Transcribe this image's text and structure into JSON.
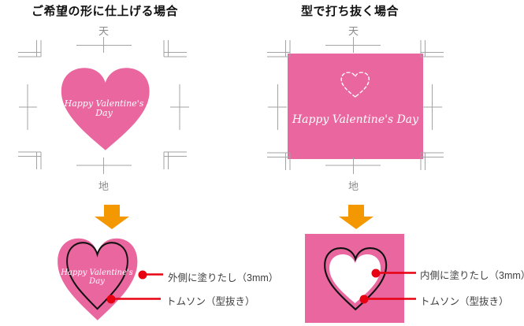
{
  "left_panel": {
    "title": "ご希望の形に仕上げる場合",
    "top_mark_label": "天",
    "bottom_mark_label": "地",
    "artwork": {
      "line1": "Happy Valentine's",
      "line2": "Day"
    },
    "result": {
      "line1": "Happy Valentine's",
      "line2": "Day"
    },
    "callouts": [
      {
        "label": "外側に塗りたし（3mm）"
      },
      {
        "label": "トムソン（型抜き）"
      }
    ]
  },
  "right_panel": {
    "title": "型で打ち抜く場合",
    "top_mark_label": "天",
    "bottom_mark_label": "地",
    "artwork": {
      "text": "Happy Valentine's Day"
    },
    "callouts": [
      {
        "label": "内側に塗りたし（3mm）"
      },
      {
        "label": "トムソン（型抜き）"
      }
    ]
  },
  "colors": {
    "pink": "#e9669f",
    "orange": "#f39800",
    "callout_red": "#e60012",
    "trim_mark_gray": "#a3a3a3",
    "tenchi_gray": "#8a8a8a",
    "die_line_black": "#111111"
  }
}
